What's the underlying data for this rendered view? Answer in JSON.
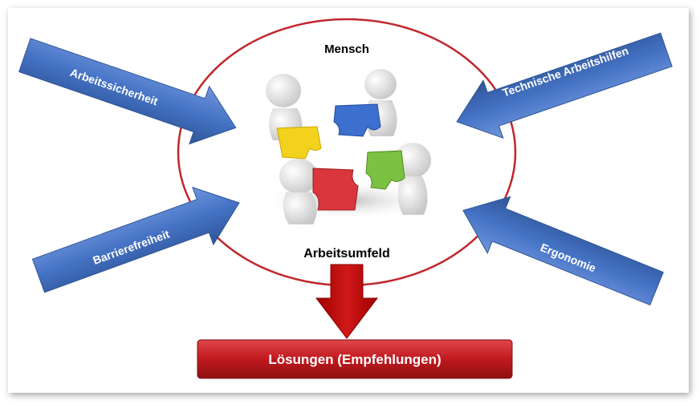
{
  "title_top": "Mensch",
  "title_bottom": "Arbeitsumfeld",
  "arrows": {
    "top_left": "Arbeitssicherheit",
    "top_right": "Technische Arbeitshilfen",
    "bottom_left": "Barrierefreiheit",
    "bottom_right": "Ergonomie"
  },
  "result": "Lösungen (Empfehlungen)",
  "colors": {
    "ellipse": "#c0272d",
    "arrow_blue": "#4472c4",
    "down_arrow": "#c00000",
    "result_box": "#c0191e"
  },
  "puzzle_pieces": [
    "yellow-piece",
    "blue-piece",
    "red-piece",
    "green-piece"
  ]
}
